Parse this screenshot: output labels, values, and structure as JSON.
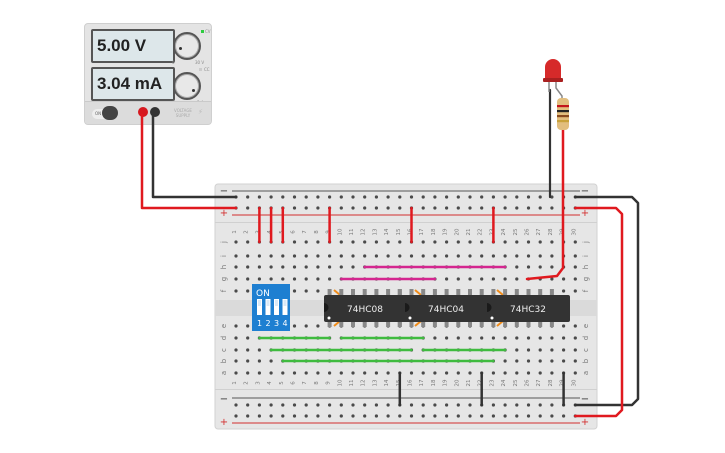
{
  "power_supply": {
    "voltage_display": "5.00 V",
    "current_display": "3.04 mA",
    "voltage_knob_min": "0",
    "voltage_knob_max": "30 V",
    "current_knob_min": "0",
    "current_knob_max": "5 A",
    "cv_label": "CV",
    "cc_label": "CC",
    "power_switch_label": "ON",
    "brand_label": "VOLTAGE SUPPLY",
    "positive_terminal_color": "#d6181f",
    "negative_terminal_color": "#333333"
  },
  "breadboard": {
    "columns": 30,
    "top_rows": [
      "j",
      "i",
      "h",
      "g",
      "f"
    ],
    "bottom_rows": [
      "e",
      "d",
      "c",
      "b",
      "a"
    ],
    "rail_minus": "−",
    "rail_plus": "+"
  },
  "dip_switch": {
    "label": "ON",
    "switches": [
      "1",
      "2",
      "3",
      "4"
    ],
    "color": "#1e7fd1"
  },
  "chips": [
    {
      "label": "74HC08"
    },
    {
      "label": "74HC04"
    },
    {
      "label": "74HC32"
    }
  ],
  "components": {
    "led": {
      "color": "#d62a2a",
      "name": "LED"
    },
    "resistor": {
      "bands": [
        "#c3141b",
        "#222222",
        "#8a4a1e",
        "#c9a23a"
      ]
    }
  },
  "wire_colors": {
    "power": "#e0191f",
    "ground": "#333333",
    "signal_pink": "#d4268f",
    "signal_green": "#3fbb3f",
    "signal_orange": "#f08c1a"
  }
}
